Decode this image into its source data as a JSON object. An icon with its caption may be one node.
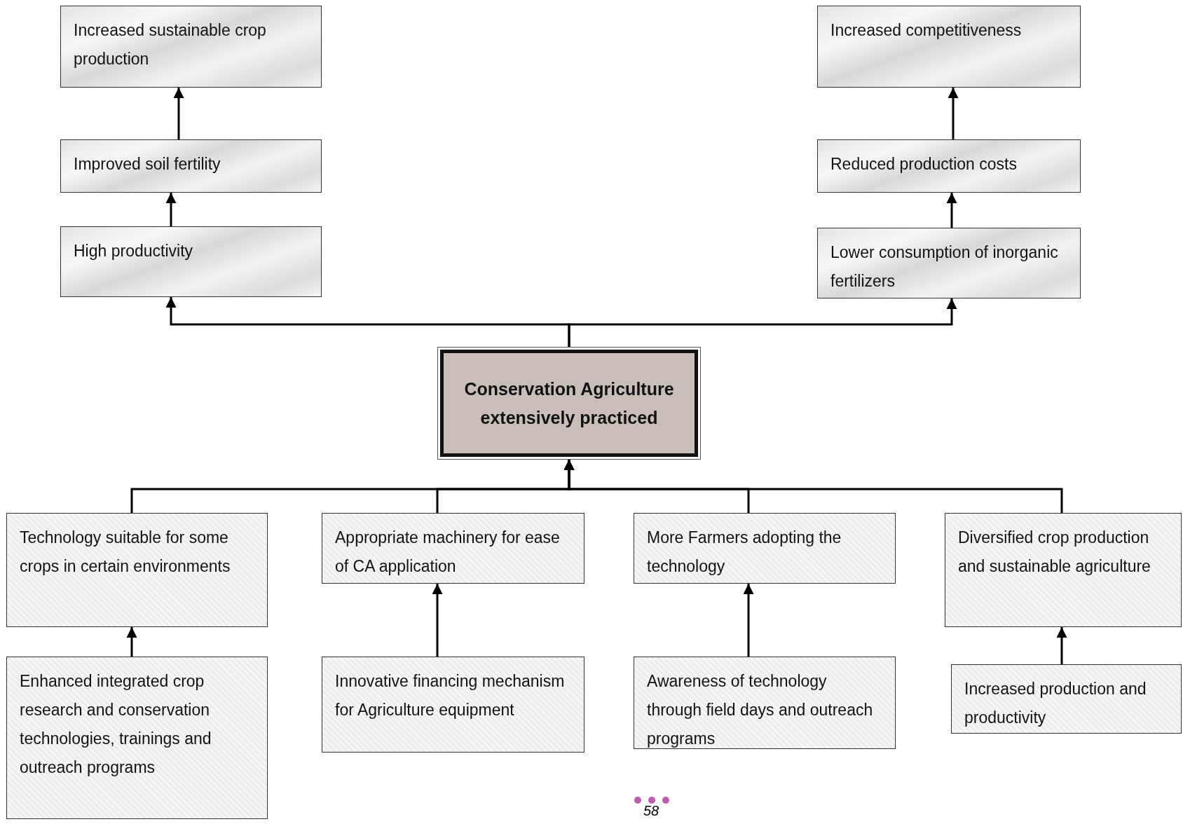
{
  "diagram": {
    "nodes": [
      {
        "text": [
          "Increased sustainable crop production"
        ]
      },
      {
        "text": [
          "Improved soil fertility"
        ]
      },
      {
        "text": [
          "High productivity"
        ]
      },
      {
        "text": [
          "Increased competitiveness"
        ]
      },
      {
        "text": [
          "Reduced production costs"
        ]
      },
      {
        "text": [
          "Lower consumption of inorganic fertilizers"
        ]
      },
      {
        "text": [
          "Conservation Agriculture extensively practiced"
        ]
      },
      {
        "text": [
          "Technology suitable for some crops in certain environments"
        ]
      },
      {
        "text": [
          "Appropriate machinery for ease of CA application"
        ]
      },
      {
        "text": [
          "More Farmers adopting the technology"
        ]
      },
      {
        "text": [
          "Diversified crop production and sustainable agriculture"
        ]
      },
      {
        "text": [
          "Enhanced integrated crop research and conservation technologies, trainings and outreach programs"
        ]
      },
      {
        "text": [
          "Innovative financing mechanism for Agriculture equipment"
        ]
      },
      {
        "text": [
          "Awareness of technology through field days and outreach programs"
        ]
      },
      {
        "text": [
          "Increased production and productivity"
        ]
      }
    ],
    "edges": [
      {
        "from": 1,
        "to": 0,
        "arrow": "to"
      },
      {
        "from": 2,
        "to": 1,
        "arrow": "to"
      },
      {
        "from": 6,
        "to": 2,
        "arrow": "to"
      },
      {
        "from": 6,
        "to": 5,
        "arrow": "to"
      },
      {
        "from": 5,
        "to": 4,
        "arrow": "to"
      },
      {
        "from": 4,
        "to": 3,
        "arrow": "to"
      },
      {
        "from": 7,
        "to": 6,
        "arrow": "to"
      },
      {
        "from": 8,
        "to": 6,
        "arrow": "to"
      },
      {
        "from": 9,
        "to": 6,
        "arrow": "to"
      },
      {
        "from": 10,
        "to": 6,
        "arrow": "to"
      },
      {
        "from": 11,
        "to": 7,
        "arrow": "to"
      },
      {
        "from": 12,
        "to": 8,
        "arrow": "to"
      },
      {
        "from": 13,
        "to": 9,
        "arrow": "to"
      },
      {
        "from": 14,
        "to": 10,
        "arrow": "to"
      }
    ],
    "labels": [
      "58"
    ]
  }
}
